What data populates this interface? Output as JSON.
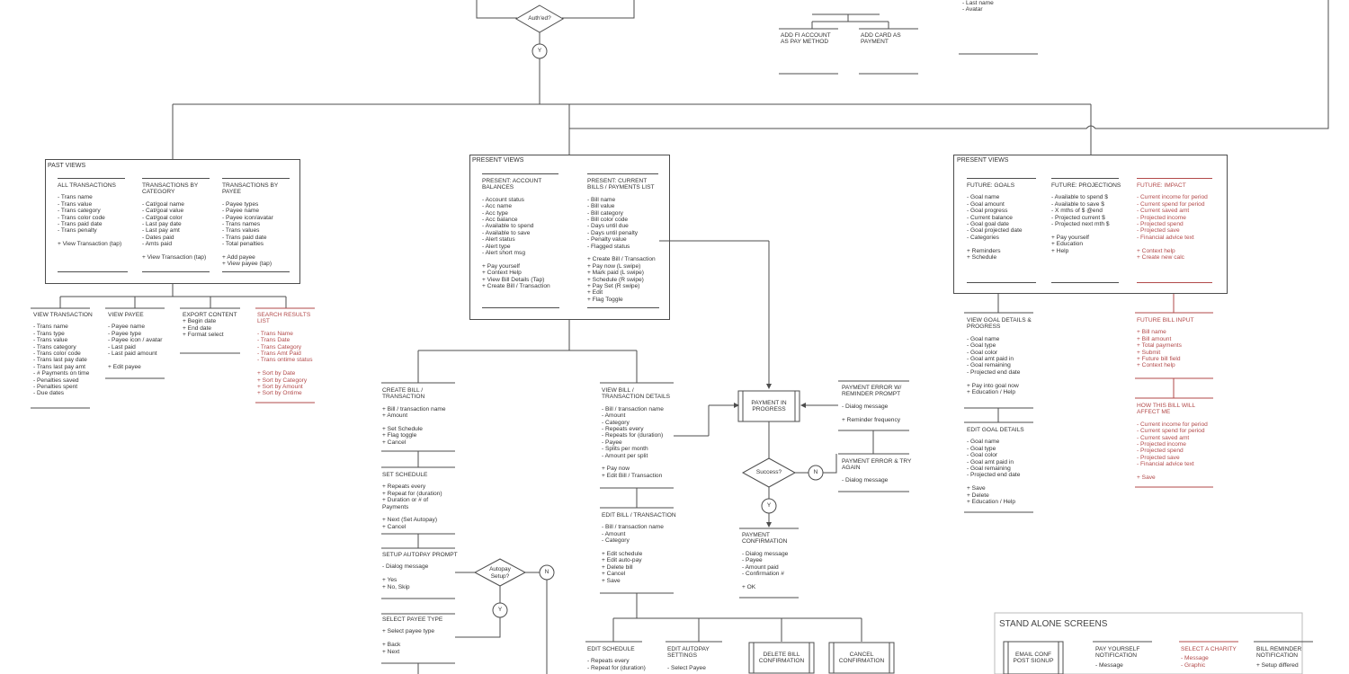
{
  "colors": {
    "line": "#4d4d4d",
    "text": "#333333",
    "accent": "#b24a4a",
    "standalone_border": "#bbbbbb"
  },
  "top": {
    "auth_decision": "Auth'ed?",
    "auth_yes": "Y",
    "add_fi_account": [
      "ADD FI ACCOUNT",
      "AS PAY METHOD"
    ],
    "add_card": [
      "ADD CARD AS",
      "PAYMENT"
    ],
    "profile_lines": [
      "- Last name",
      "- Avatar"
    ]
  },
  "past": {
    "title": "PAST VIEWS",
    "cards": [
      {
        "title": [
          "ALL TRANSACTIONS"
        ],
        "lines": [
          "- Trans name",
          "- Trans value",
          "- Trans category",
          "- Trans color code",
          "- Trans paid date",
          "- Trans penalty",
          "",
          "+ View Transaction (tap)"
        ]
      },
      {
        "title": [
          "TRANSACTIONS BY",
          "CATEGORY"
        ],
        "lines": [
          "- Cat/goal name",
          "- Cat/goal value",
          "- Cat/goal color",
          "- Last pay date",
          "- Last pay amt",
          "- Dates paid",
          "- Amts paid",
          "",
          "+ View Transaction (tap)"
        ]
      },
      {
        "title": [
          "TRANSACTIONS BY",
          "PAYEE"
        ],
        "lines": [
          "- Payee types",
          "- Payee name",
          "- Payee icon/avatar",
          "- Trans names",
          "- Trans values",
          "- Trans paid date",
          "- Total penalties",
          "",
          "+ Add payee",
          "+ View payee (tap)"
        ]
      }
    ],
    "children": [
      {
        "title": [
          "VIEW TRANSACTION"
        ],
        "lines": [
          "- Trans name",
          "- Trans type",
          "- Trans value",
          "- Trans category",
          "- Trans color code",
          "- Trans last pay date",
          "- Trans last pay amt",
          "- # Payments on time",
          "- Penalties saved",
          "- Penalties spent",
          "- Due dates"
        ]
      },
      {
        "title": [
          "VIEW PAYEE"
        ],
        "lines": [
          "- Payee name",
          "- Payee type",
          "- Payee icon / avatar",
          "- Last paid",
          "- Last paid amount",
          "",
          "+ Edit payee"
        ]
      },
      {
        "title": [
          "EXPORT CONTENT"
        ],
        "lines": [
          "+ Begin date",
          "+ End date",
          "+ Format select"
        ]
      },
      {
        "title": [
          "SEARCH RESULTS",
          "LIST"
        ],
        "lines": [
          "- Trans Name",
          "- Trans Date",
          "- Trans Category",
          "- Trans Amt Paid",
          "- Trans ontime status",
          "",
          "+ Sort by Date",
          "+ Sort by Category",
          "+ Sort by Amount",
          "+ Sort by Ontime"
        ]
      }
    ]
  },
  "present": {
    "title": "PRESENT VIEWS",
    "cards": [
      {
        "title": [
          "PRESENT:  ACCOUNT",
          "BALANCES"
        ],
        "lines": [
          "- Account status",
          "- Acc name",
          "- Acc type",
          "- Acc balance",
          "- Available to spend",
          "- Available to save",
          "- Alert status",
          "- Alert type",
          "- Alert short msg",
          "",
          "+ Pay yourself",
          "+ Context Help",
          "+ View Bill Details (Tap)",
          "+ Create Bill / Transaction"
        ]
      },
      {
        "title": [
          "PRESENT: CURRENT",
          "BILLS / PAYMENTS LIST"
        ],
        "lines": [
          "- Bill name",
          "- Bill value",
          "- Bill category",
          "- Bill color code",
          "- Days until due",
          "- Days until penalty",
          "- Penalty value",
          "- Flagged status",
          "",
          "+ Create Bill / Transaction",
          "+ Pay now (L swipe)",
          "+ Mark paid (L swipe)",
          "+ Schedule (R swipe)",
          "+ Pay Set (R swipe)",
          "+ Edit",
          "+ Flag Toggle"
        ]
      }
    ]
  },
  "future": {
    "title": "PRESENT VIEWS",
    "cards": [
      {
        "title": [
          "FUTURE: GOALS"
        ],
        "lines": [
          "- Goal name",
          "- Goal amount",
          "- Goal progress",
          "- Current balance",
          "- Goal goal date",
          "- Goal projected date",
          "- Categories",
          "",
          "+ Reminders",
          "+ Schedule"
        ]
      },
      {
        "title": [
          "FUTURE: PROJECTIONS"
        ],
        "lines": [
          "- Available to spend $",
          "- Available to save $",
          "- X mths of $ @end",
          "- Projected current $",
          "- Projected next mth $",
          "",
          "+ Pay yourself",
          "+ Education",
          "+ Help"
        ]
      },
      {
        "title": [
          "FUTURE: IMPACT"
        ],
        "lines": [
          "- Current income for period",
          "- Current spend for period",
          "- Current saved amt",
          "- Projected income",
          "- Projected spend",
          "- Projected save",
          "- Financial advice text",
          "",
          "+ Context help",
          "+ Create new calc"
        ]
      }
    ],
    "goal_details": {
      "title": [
        "VIEW GOAL DETAILS &",
        "PROGRESS"
      ],
      "lines": [
        "- Goal name",
        "- Goal type",
        "- Goal color",
        "- Goal amt paid in",
        "- Goal remaining",
        "- Projected end date",
        "",
        "+ Pay into goal now",
        "+ Education / Help"
      ]
    },
    "edit_goal": {
      "title": [
        "EDIT GOAL DETAILS"
      ],
      "lines": [
        "- Goal name",
        "- Goal type",
        "- Goal color",
        "- Goal amt paid in",
        "- Goal remaining",
        "- Projected end date",
        "",
        "+ Save",
        "+ Delete",
        "+ Education / Help"
      ]
    },
    "future_bill_input": {
      "title": [
        "FUTURE BILL INPUT"
      ],
      "lines": [
        "+ Bill name",
        "+ Bill amount",
        "+ Total payments",
        "+ Submit",
        "+ Future bill field",
        "+ Context help"
      ]
    },
    "bill_affect": {
      "title": [
        "HOW THIS BILL WILL",
        "AFFECT ME"
      ],
      "lines": [
        "- Current income for period",
        "- Current spend for period",
        "- Current saved amt",
        "- Projected income",
        "- Projected spend",
        "- Projected save",
        "- Financial advice text",
        "",
        "+ Save"
      ]
    }
  },
  "bill_flow": {
    "create_bill": {
      "title": [
        "CREATE BILL /",
        "TRANSACTION"
      ],
      "lines": [
        "+ Bill / transaction name",
        "+ Amount",
        "",
        "+ Set Schedule",
        "+ Flag toggle",
        "+ Cancel"
      ]
    },
    "set_schedule": {
      "title": [
        "SET SCHEDULE"
      ],
      "lines": [
        "+ Repeats every",
        "+ Repeat for (duration)",
        "+ Duration or # of",
        "   Payments",
        "",
        "+ Next (Set Autopay)",
        "+ Cancel"
      ]
    },
    "autopay_prompt": {
      "title": [
        "SETUP AUTOPAY PROMPT"
      ],
      "lines": [
        "- Dialog message",
        "",
        "+ Yes",
        "+ No, Skip"
      ]
    },
    "payee_type": {
      "title": [
        "SELECT PAYEE TYPE"
      ],
      "lines": [
        "+ Select payee type",
        "",
        "+ Back",
        "+ Next"
      ]
    },
    "autopay_decision": [
      "Autopay",
      "Setup?"
    ],
    "autopay_no": "N",
    "autopay_yes": "Y",
    "view_bill": {
      "title": [
        "VIEW BILL /",
        "TRANSACTION DETAILS"
      ],
      "lines": [
        "- Bill / transaction name",
        "- Amount",
        "- Category",
        "- Repeats every",
        "- Repeats for (duration)",
        "- Payee",
        "- Splits per month",
        "- Amount per split",
        "",
        "+ Pay now",
        "+ Edit Bill / Transaction"
      ]
    },
    "edit_bill": {
      "title": [
        "EDIT BILL / TRANSACTION"
      ],
      "lines": [
        "- Bill / transaction name",
        "- Amount",
        "- Category",
        "",
        "+ Edit schedule",
        "+ Edit auto-pay",
        "+ Delete bill",
        "+ Cancel",
        "+ Save"
      ]
    },
    "edit_schedule": {
      "title": [
        "EDIT SCHEDULE"
      ],
      "lines": [
        "- Repeats every",
        "- Repeat for (duration)"
      ]
    },
    "edit_autopay": {
      "title": [
        "EDIT AUTOPAY",
        "SETTINGS"
      ],
      "lines": [
        "- Select Payee"
      ]
    },
    "delete_confirm": [
      "DELETE BILL",
      "CONFIRMATION"
    ],
    "cancel_confirm": [
      "CANCEL",
      "CONFIRMATION"
    ]
  },
  "payment": {
    "in_progress": [
      "PAYMENT IN",
      "PROGRESS"
    ],
    "success_decision": "Success?",
    "success_no": "N",
    "success_yes": "Y",
    "confirmation": {
      "title": [
        "PAYMENT",
        "CONFIRMATION"
      ],
      "lines": [
        "- Dialog message",
        "- Payee",
        "- Amount paid",
        "- Confirmation #",
        "",
        "+ OK"
      ]
    },
    "error_reminder": {
      "title": [
        "PAYMENT ERROR W/",
        "REMINDER PROMPT"
      ],
      "lines": [
        "- Dialog message",
        "",
        "+ Reminder frequency"
      ]
    },
    "error_retry": {
      "title": [
        "PAYMENT ERROR & TRY",
        "AGAIN"
      ],
      "lines": [
        "- Dialog message"
      ]
    }
  },
  "standalone": {
    "title": "STAND ALONE SCREENS",
    "email_conf": [
      "EMAIL CONF",
      "POST SIGNUP"
    ],
    "pay_yourself": {
      "title": [
        "PAY YOURSELF",
        "NOTIFICATION"
      ],
      "lines": [
        "- Message"
      ]
    },
    "charity": {
      "title": [
        "SELECT A CHARITY"
      ],
      "lines": [
        "- Message",
        "- Graphic"
      ]
    },
    "bill_reminder": {
      "title": [
        "BILL REMINDER",
        "NOTIFICATION"
      ],
      "lines": [
        "+ Setup differed"
      ]
    }
  }
}
